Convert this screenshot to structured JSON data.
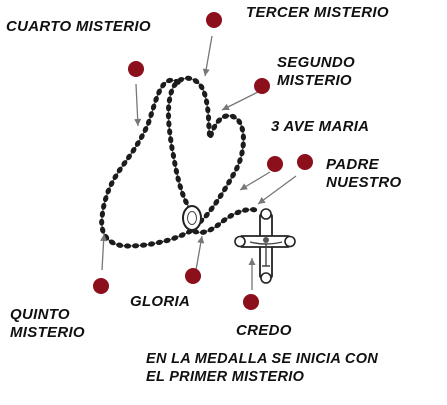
{
  "labels": {
    "cuarto_misterio": "CUARTO MISTERIO",
    "tercer_misterio": "TERCER MISTERIO",
    "segundo_misterio": [
      "SEGUNDO",
      "MISTERIO"
    ],
    "tres_ave_maria": "3 AVE MARIA",
    "padre_nuestro": [
      "PADRE",
      "NUESTRO"
    ],
    "quinto_misterio": [
      "QUINTO",
      "MISTERIO"
    ],
    "gloria": "GLORIA",
    "credo": "CREDO",
    "nota_medalla": [
      "EN LA MEDALLA SE INICIA CON",
      "EL PRIMER MISTERIO"
    ]
  },
  "colors": {
    "marker": "#8c0f1c",
    "bead": "#1c1c1c",
    "arrow": "#777777",
    "text": "#111111"
  },
  "icons": [
    "rosary-beads",
    "medal",
    "crucifix",
    "marker-dot",
    "pointer-arrow"
  ]
}
